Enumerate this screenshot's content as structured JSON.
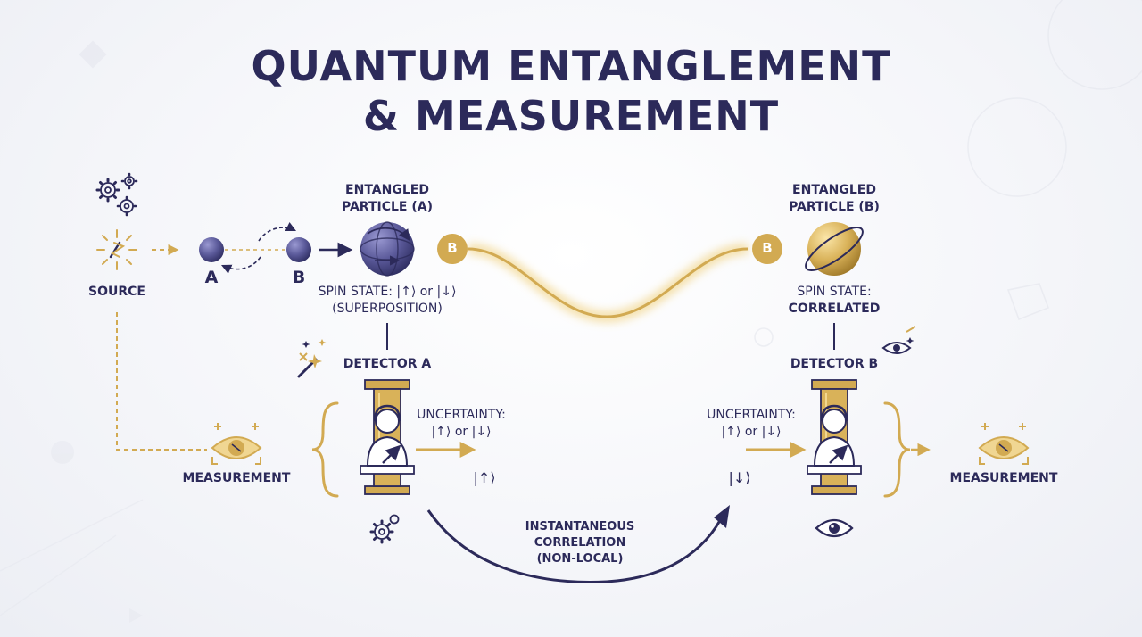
{
  "title": {
    "line1": "QUANTUM ENTANGLEMENT",
    "line2": "& MEASUREMENT"
  },
  "source": {
    "label": "SOURCE"
  },
  "pair": {
    "label_a": "A",
    "label_b": "B"
  },
  "particle_a": {
    "title_line1": "ENTANGLED",
    "title_line2": "PARTICLE (A)",
    "spin_line1": "SPIN STATE: |↑⟩ or |↓⟩",
    "spin_line2": "(SUPERPOSITION)"
  },
  "particle_b": {
    "title_line1": "ENTANGLED",
    "title_line2": "PARTICLE (B)",
    "spin_line1": "SPIN STATE:",
    "spin_line2": "CORRELATED"
  },
  "link": {
    "badge_left": "B",
    "badge_right": "B"
  },
  "detector_a": {
    "label": "DETECTOR A",
    "uncertainty_line1": "UNCERTAINTY:",
    "uncertainty_line2": "|↑⟩ or |↓⟩",
    "result": "|↑⟩"
  },
  "detector_b": {
    "label": "DETECTOR B",
    "uncertainty_line1": "UNCERTAINTY:",
    "uncertainty_line2": "|↑⟩ or |↓⟩",
    "result": "|↓⟩"
  },
  "measurement_left": {
    "label": "MEASUREMENT"
  },
  "measurement_right": {
    "label": "MEASUREMENT"
  },
  "correlation": {
    "line1": "INSTANTANEOUS",
    "line2": "CORRELATION",
    "line3": "(NON-LOCAL)"
  },
  "colors": {
    "navy": "#2c2a5a",
    "gold": "#c9a24a",
    "gold_light": "#e8c77a",
    "purple": "#5b5a9c"
  },
  "icons": [
    "gears-icon",
    "source-burst-icon",
    "eye-icon",
    "magic-wand-icon",
    "gear-icon",
    "person-at-detector-icon"
  ]
}
